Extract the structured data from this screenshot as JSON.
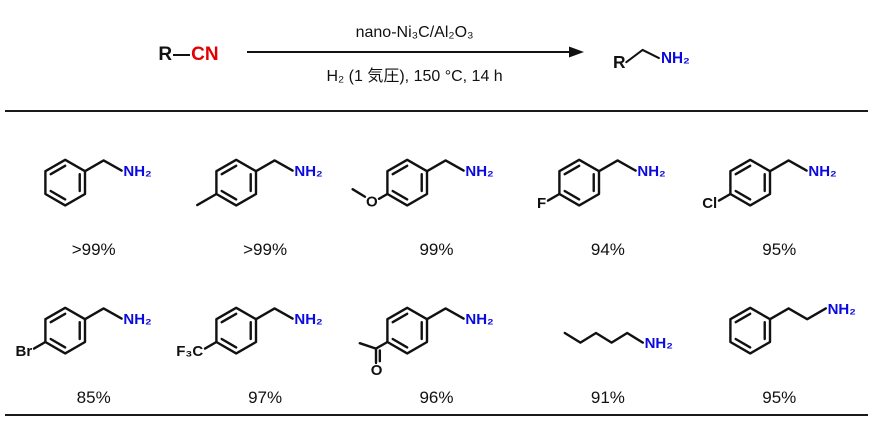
{
  "scheme": {
    "substrate_r": "R",
    "substrate_group": "CN",
    "catalyst": "nano-Ni₃C/Al₂O₃",
    "conditions": "H₂ (1 気圧), 150 °C, 14 h",
    "product_r": "R",
    "product_group": "NH₂"
  },
  "products": [
    {
      "structure": "benzylamine",
      "amine_label": "NH₂",
      "yield_label": ">99%"
    },
    {
      "structure": "4-methylbenzylamine",
      "amine_label": "NH₂",
      "yield_label": ">99%"
    },
    {
      "structure": "4-methoxybenzylamine",
      "amine_label": "NH₂",
      "substituent_label": "O",
      "yield_label": "99%"
    },
    {
      "structure": "4-fluorobenzylamine",
      "amine_label": "NH₂",
      "substituent_label": "F",
      "yield_label": "94%"
    },
    {
      "structure": "4-chlorobenzylamine",
      "amine_label": "NH₂",
      "substituent_label": "Cl",
      "yield_label": "95%"
    },
    {
      "structure": "4-bromobenzylamine",
      "amine_label": "NH₂",
      "substituent_label": "Br",
      "yield_label": "85%"
    },
    {
      "structure": "4-(trifluoromethyl)benzylamine",
      "amine_label": "NH₂",
      "substituent_label": "F₃C",
      "yield_label": "97%"
    },
    {
      "structure": "4-acetylbenzylamine",
      "amine_label": "NH₂",
      "substituent_label": "O",
      "yield_label": "96%"
    },
    {
      "structure": "n-pentylamine",
      "amine_label": "NH₂",
      "yield_label": "91%"
    },
    {
      "structure": "2-phenylethylamine",
      "amine_label": "NH₂",
      "yield_label": "95%"
    }
  ],
  "colors": {
    "amine_blue": "#0a0ae0",
    "nitrile_red": "#e40000",
    "bond": "#111111"
  }
}
